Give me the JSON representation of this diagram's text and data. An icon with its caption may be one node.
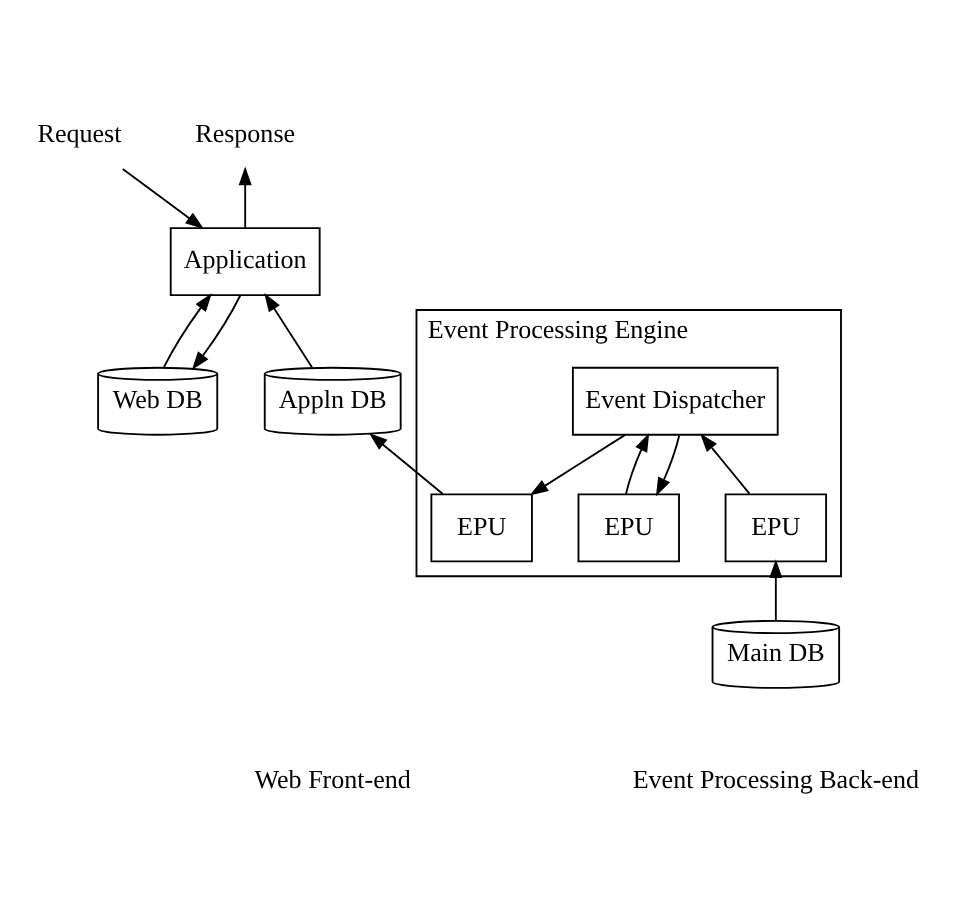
{
  "diagram": {
    "nodes": [
      {
        "text": [
          "Event Processing Engine"
        ]
      },
      {
        "text": [
          "Event Dispatcher"
        ],
        "in": 0
      },
      {
        "text": [
          "EPU"
        ],
        "in": 0
      },
      {
        "text": [
          "EPU"
        ],
        "in": 0
      },
      {
        "text": [
          "EPU"
        ],
        "in": 0
      },
      {
        "text": [
          "Main DB"
        ]
      },
      {
        "text": [
          "Request"
        ]
      },
      {
        "text": [
          "Response"
        ]
      },
      {
        "text": [
          "Application"
        ]
      },
      {
        "text": [
          "Appln DB"
        ]
      },
      {
        "text": [
          "Web DB"
        ]
      }
    ],
    "edges": [
      {
        "from": 2,
        "to": 1,
        "arrow": "to"
      },
      {
        "from": 1,
        "to": 3,
        "arrow": "to"
      },
      {
        "from": 3,
        "to": 1,
        "arrow": "to"
      },
      {
        "from": 1,
        "to": 4,
        "arrow": "to"
      },
      {
        "from": 5,
        "to": 2,
        "arrow": "to"
      },
      {
        "from": 4,
        "to": 9,
        "arrow": "to"
      },
      {
        "from": 6,
        "to": 8,
        "arrow": "to"
      },
      {
        "from": 8,
        "to": 7,
        "arrow": "to"
      },
      {
        "from": 9,
        "to": 8,
        "arrow": "to"
      },
      {
        "from": 10,
        "to": 8,
        "arrow": "to"
      },
      {
        "from": 8,
        "to": 10,
        "arrow": "to"
      }
    ],
    "labels": [
      "Event Processing Back-end",
      "Web Front-end"
    ]
  }
}
